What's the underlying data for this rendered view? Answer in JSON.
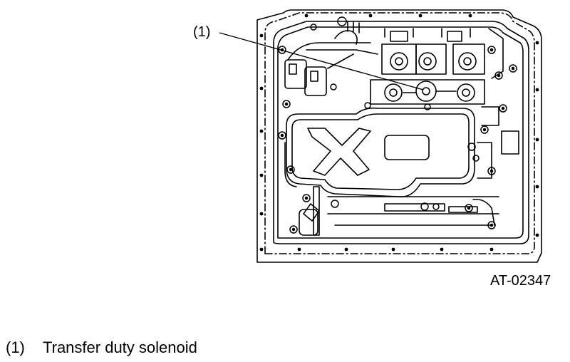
{
  "callout": {
    "label": "(1)"
  },
  "figure_id": "AT-02347",
  "legend": [
    {
      "number": "(1)",
      "text": "Transfer duty solenoid"
    }
  ]
}
